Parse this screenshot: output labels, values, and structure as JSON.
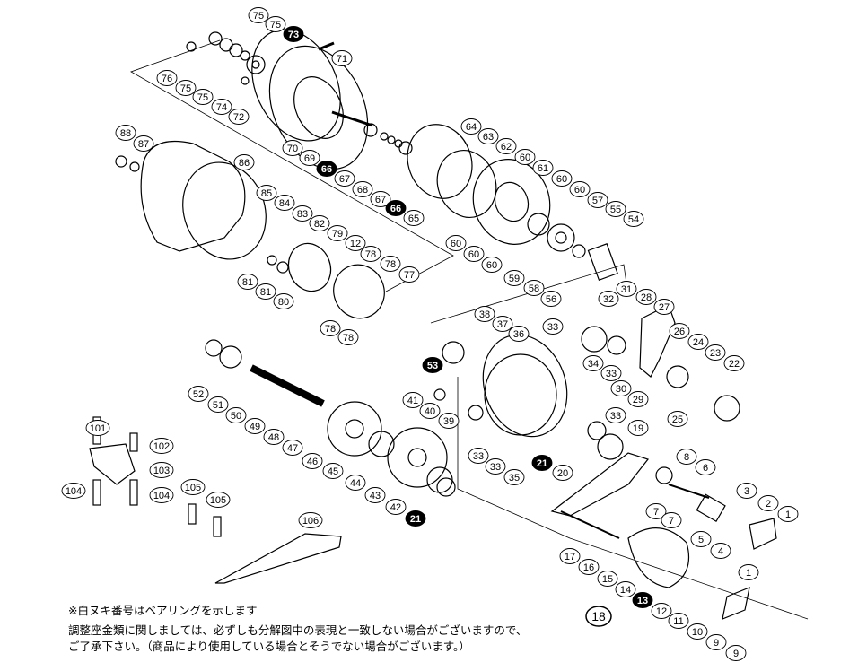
{
  "title": "Reel exploded parts diagram",
  "colors": {
    "line": "#000000",
    "bearing_label_fill": "#000000",
    "label_fill": "#ffffff"
  },
  "labels": [
    "75",
    "75",
    "73",
    "71",
    "76",
    "75",
    "75",
    "74",
    "72",
    "70",
    "69",
    "66",
    "67",
    "68",
    "67",
    "66",
    "65",
    "64",
    "63",
    "62",
    "60",
    "61",
    "60",
    "60",
    "57",
    "55",
    "54",
    "88",
    "87",
    "86",
    "85",
    "84",
    "83",
    "82",
    "79",
    "12",
    "78",
    "78",
    "77",
    "81",
    "81",
    "80",
    "78",
    "78",
    "60",
    "60",
    "60",
    "59",
    "58",
    "56",
    "32",
    "31",
    "28",
    "27",
    "38",
    "37",
    "36",
    "33",
    "26",
    "24",
    "23",
    "22",
    "53",
    "34",
    "33",
    "30",
    "29",
    "33",
    "19",
    "41",
    "40",
    "39",
    "25",
    "52",
    "51",
    "50",
    "49",
    "48",
    "47",
    "46",
    "45",
    "44",
    "43",
    "42",
    "21",
    "33",
    "33",
    "35",
    "21",
    "20",
    "101",
    "102",
    "103",
    "104",
    "104",
    "105",
    "105",
    "106",
    "8",
    "6",
    "3",
    "2",
    "1",
    "7",
    "7",
    "5",
    "4",
    "1",
    "17",
    "16",
    "15",
    "14",
    "13",
    "18",
    "12",
    "11",
    "10",
    "9",
    "9"
  ],
  "bearing_labels": [
    "73",
    "66",
    "66",
    "53",
    "21",
    "21",
    "13"
  ],
  "notes": {
    "bearing_note": "※白ヌキ番号はベアリングを示します",
    "washer_note_line1": "調整座金類に関しましては、必ずしも分解図中の表現と一致しない場合がございますので、",
    "washer_note_line2": "ご了承下さい。（商品により使用している場合とそうでない場合がございます。）"
  }
}
